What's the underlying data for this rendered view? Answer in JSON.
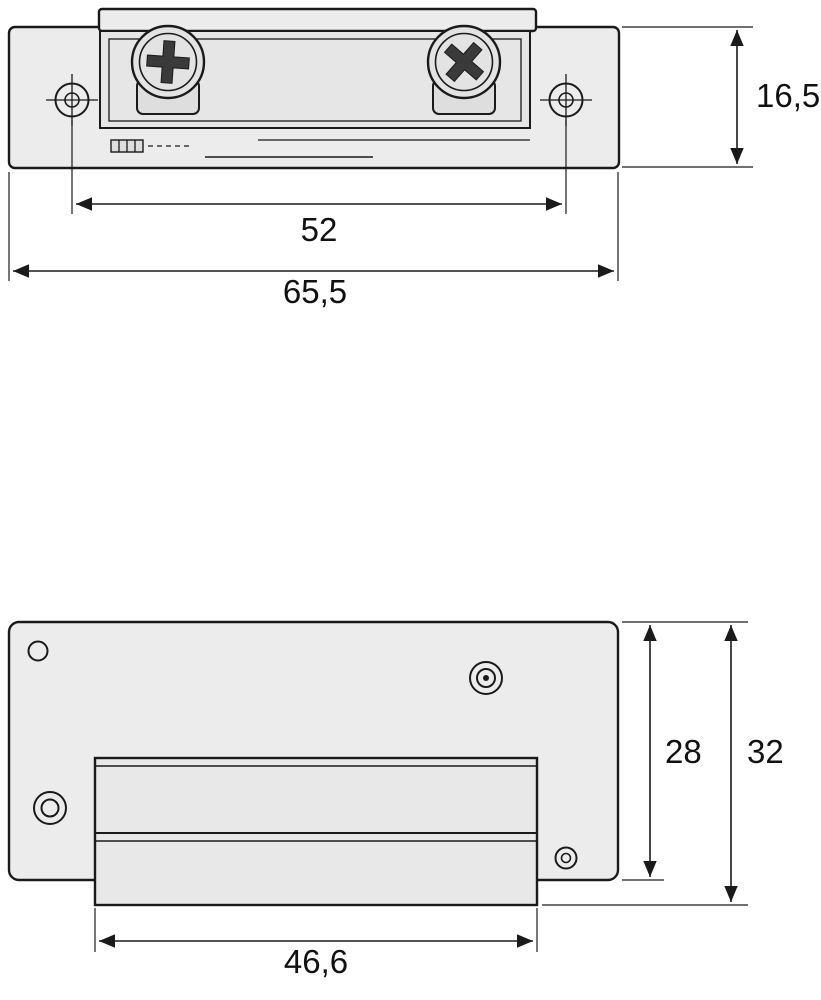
{
  "colors": {
    "background": "#ffffff",
    "line": "#1a1a1a",
    "part_fill": "#ececec",
    "metal_fill": "#dedede"
  },
  "top_view": {
    "label_height": "16,5",
    "label_hole_spacing": "52",
    "label_total_width": "65,5"
  },
  "front_view": {
    "label_body_height": "28",
    "label_total_height": "32",
    "label_latch_width": "46,6"
  }
}
